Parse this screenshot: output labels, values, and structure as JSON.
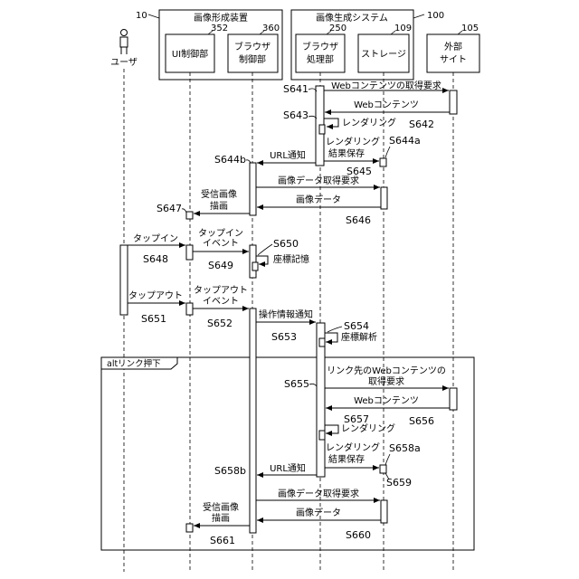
{
  "groups": {
    "left": {
      "ref": "10",
      "title": "画像形成装置"
    },
    "right": {
      "ref": "100",
      "title": "画像生成システム"
    }
  },
  "participants": {
    "user": {
      "label": "ユーザ"
    },
    "ui": {
      "ref": "352",
      "label": "UI制御部"
    },
    "browser_ctrl": {
      "ref": "360",
      "label1": "ブラウザ",
      "label2": "制御部"
    },
    "browser_proc": {
      "ref": "250",
      "label1": "ブラウザ",
      "label2": "処理部"
    },
    "storage": {
      "ref": "109",
      "label": "ストレージ"
    },
    "external": {
      "ref": "105",
      "label1": "外部",
      "label2": "サイト"
    }
  },
  "steps": {
    "s641": {
      "id": "S641",
      "label": "Webコンテンツの取得要求"
    },
    "s642": {
      "id": "S642",
      "label": "Webコンテンツ"
    },
    "s643": {
      "id": "S643",
      "label": "レンダリング"
    },
    "s644a": {
      "id": "S644a",
      "label1": "レンダリング",
      "label2": "結果保存"
    },
    "s644b": {
      "id": "S644b",
      "label": "URL通知"
    },
    "s645": {
      "id": "S645",
      "label": "画像データ取得要求"
    },
    "s646": {
      "id": "S646",
      "label": "画像データ"
    },
    "s647": {
      "id": "S647",
      "label1": "受信画像",
      "label2": "描画"
    },
    "s648": {
      "id": "S648",
      "label": "タップイン"
    },
    "s649": {
      "id": "S649",
      "label1": "タップイン",
      "label2": "イベント"
    },
    "s650": {
      "id": "S650",
      "label": "座標記憶"
    },
    "s651": {
      "id": "S651",
      "label": "タップアウト"
    },
    "s652": {
      "id": "S652",
      "label1": "タップアウト",
      "label2": "イベント"
    },
    "s653": {
      "id": "S653",
      "label": "操作情報通知"
    },
    "s654": {
      "id": "S654",
      "label": "座標解析"
    },
    "s655": {
      "id": "S655",
      "label1": "リンク先のWebコンテンツの",
      "label2": "取得要求"
    },
    "s656": {
      "id": "S656",
      "label": "Webコンテンツ"
    },
    "s657": {
      "id": "S657",
      "label": "レンダリング"
    },
    "s658a": {
      "id": "S658a",
      "label1": "レンダリング",
      "label2": "結果保存"
    },
    "s658b": {
      "id": "S658b",
      "label": "URL通知"
    },
    "s659": {
      "id": "S659",
      "label": "画像データ取得要求"
    },
    "s660": {
      "id": "S660",
      "label": "画像データ"
    },
    "s661": {
      "id": "S661",
      "label1": "受信画像",
      "label2": "描画"
    }
  },
  "alt_frame": {
    "label": "altリンク押下"
  }
}
